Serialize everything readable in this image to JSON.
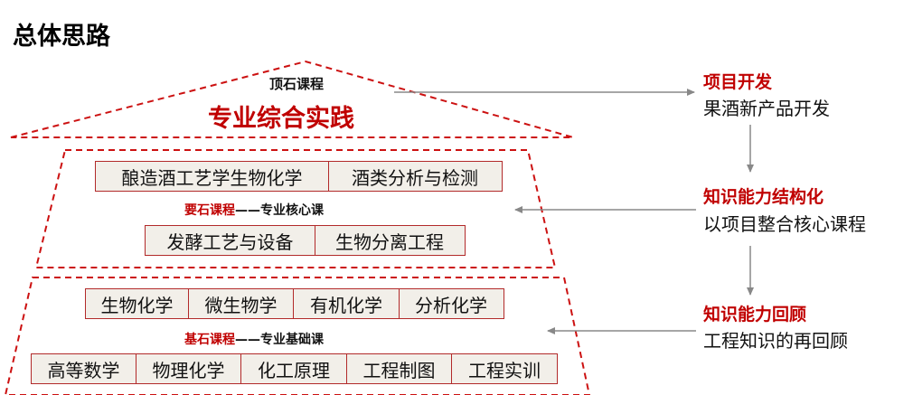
{
  "page_title": "总体思路",
  "pyramid": {
    "top": {
      "label": "顶石课程",
      "main": "专业综合实践"
    },
    "middle": {
      "row1": [
        "酿造酒工艺学生物化学",
        "酒类分析与检测"
      ],
      "label_red": "要石课程",
      "label_rest": "——专业核心课",
      "row2": [
        "发酵工艺与设备",
        "生物分离工程"
      ]
    },
    "bottom": {
      "row1": [
        "生物化学",
        "微生物学",
        "有机化学",
        "分析化学"
      ],
      "label_red": "基石课程",
      "label_rest": "——专业基础课",
      "row2": [
        "高等数学",
        "物理化学",
        "化工原理",
        "工程制图",
        "工程实训"
      ]
    }
  },
  "steps": [
    {
      "title": "项目开发",
      "subtitle": "果酒新产品开发"
    },
    {
      "title": "知识能力结构化",
      "subtitle": "以项目整合核心课程"
    },
    {
      "title": "知识能力回顾",
      "subtitle": "工程知识的再回顾"
    }
  ],
  "colors": {
    "accent": "#c00000",
    "box_border": "#b22a2a",
    "box_fill": "#f2efe9",
    "arrow": "#888888"
  }
}
